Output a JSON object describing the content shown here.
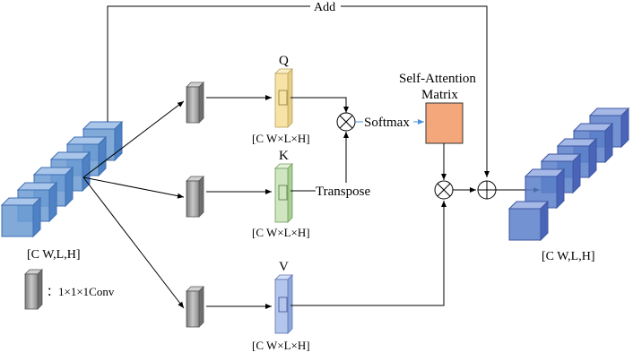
{
  "labels": {
    "add": "Add",
    "q": "Q",
    "k": "K",
    "v": "V",
    "q_shape": "[C W×L×H]",
    "k_shape": "[C W×L×H]",
    "v_shape": "[C W×L×H]",
    "softmax": "Softmax",
    "transpose": "Transpose",
    "attn_line1": "Self-Attention",
    "attn_line2": "Matrix",
    "input_shape": "[C W,L,H]",
    "output_shape": "[C W,L,H]",
    "legend_text": "：1×1×1Conv"
  },
  "colors": {
    "cube_in": "#6b9bd2",
    "cube_out": "#5b7fc9",
    "q_bar": "#f7e3a5",
    "k_bar": "#cfe6c0",
    "v_bar": "#b4c6eb",
    "attn_matrix": "#f4a77a",
    "conv_block": "#9a9a9a",
    "arrow_blue": "#4a90d9"
  }
}
